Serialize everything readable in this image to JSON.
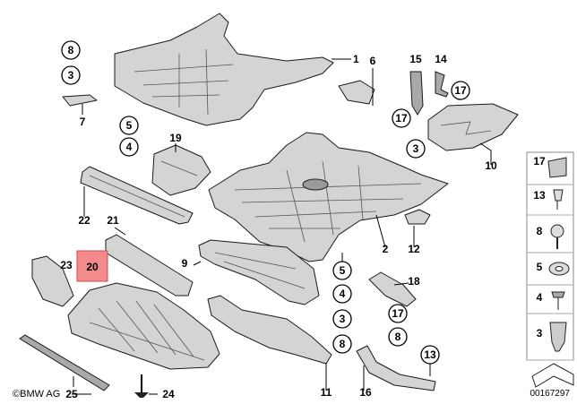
{
  "diagram": {
    "footer": {
      "brand": "©BMW AG",
      "doc_id": "00167297"
    },
    "callouts": {
      "n1": "1",
      "n2": "2",
      "n3a": "3",
      "n3b": "3",
      "n3c": "3",
      "n4a": "4",
      "n4b": "4",
      "n5a": "5",
      "n5b": "5",
      "n6": "6",
      "n7": "7",
      "n8a": "8",
      "n8b": "8",
      "n8c": "8",
      "n9": "9",
      "n10": "10",
      "n11": "11",
      "n12": "12",
      "n13": "13",
      "n14": "14",
      "n15": "15",
      "n16": "16",
      "n17a": "17",
      "n17b": "17",
      "n17c": "17",
      "n18": "18",
      "n19": "19",
      "n20": "20",
      "n21": "21",
      "n22": "22",
      "n23": "23",
      "n24": "24",
      "n25": "25"
    },
    "highlighted_part": "20",
    "highlight_color": "#f28c8c",
    "legend": [
      "17",
      "13",
      "8",
      "5",
      "4",
      "3"
    ]
  }
}
